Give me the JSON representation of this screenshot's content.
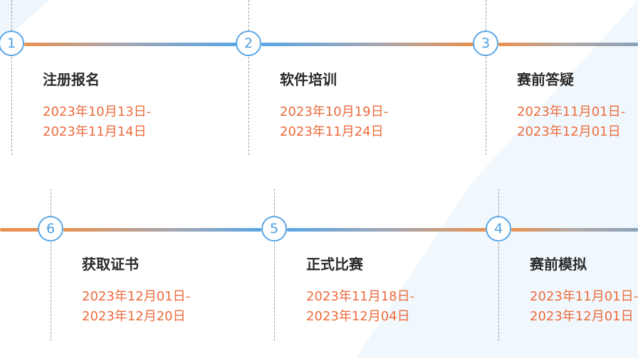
{
  "steps": [
    {
      "num": "1",
      "title": "注册报名",
      "date_start": "2023年10月13日-",
      "date_end": "2023年11月14日"
    },
    {
      "num": "2",
      "title": "软件培训",
      "date_start": "2023年10月19日-",
      "date_end": "2023年11月24日"
    },
    {
      "num": "3",
      "title": "赛前答疑",
      "date_start": "2023年11月01日-",
      "date_end": "2023年12月01日"
    },
    {
      "num": "4",
      "title": "赛前模拟",
      "date_start": "2023年11月01日-",
      "date_end": "2023年12月01日"
    },
    {
      "num": "5",
      "title": "正式比赛",
      "date_start": "2023年11月18日-",
      "date_end": "2023年12月04日"
    },
    {
      "num": "6",
      "title": "获取证书",
      "date_start": "2023年12月01日-",
      "date_end": "2023年12月20日"
    }
  ],
  "colors": {
    "accent_blue": "#5aa6e6",
    "accent_orange": "#e8914f",
    "date_text": "#ec6b3c",
    "title_text": "#2b2b2b"
  }
}
